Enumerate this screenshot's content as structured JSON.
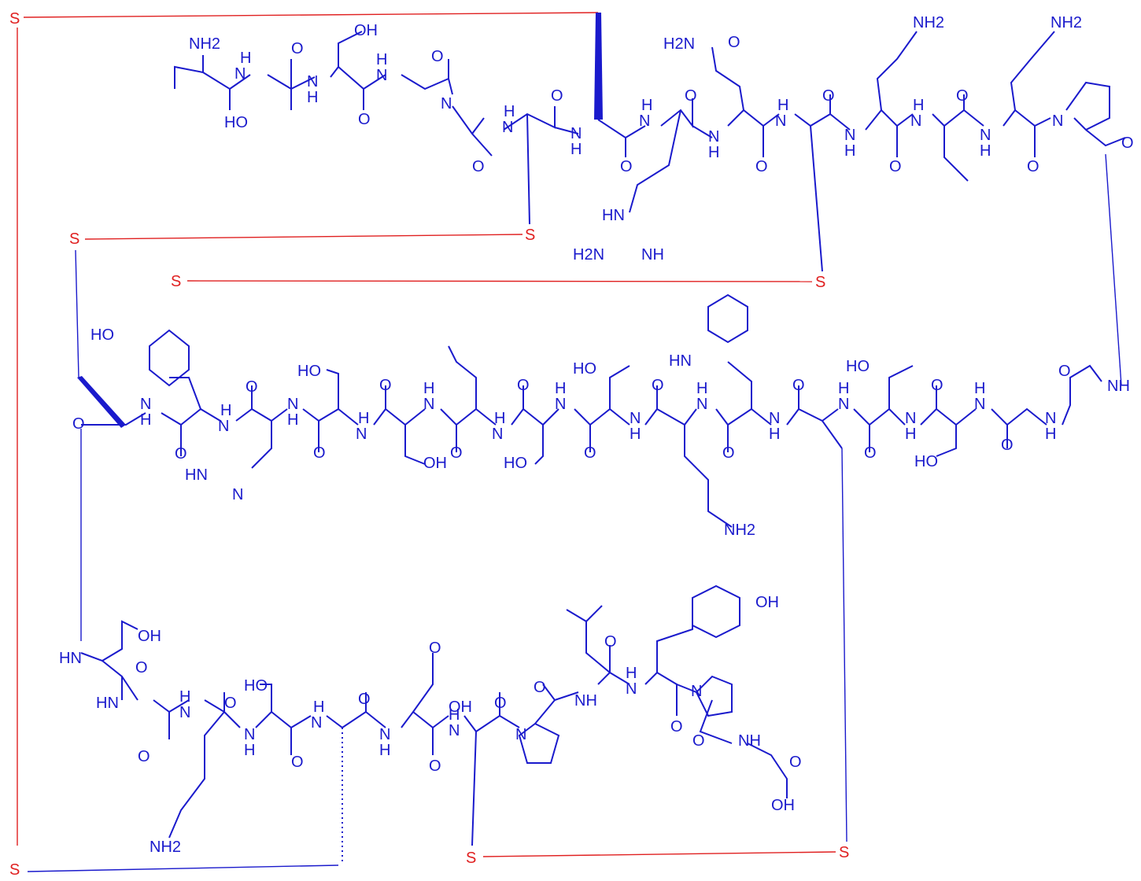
{
  "colors": {
    "chain": "#1a1acc",
    "disulfide": "#e02020"
  },
  "labels": {
    "nh2": "NH2",
    "h2n": "H2N",
    "oh": "OH",
    "ho": "HO",
    "o": "O",
    "nh": "NH",
    "hn": "HN",
    "n": "N",
    "h": "H",
    "s": "S",
    "h_n_imid": "HN",
    "n_imid": "N"
  }
}
